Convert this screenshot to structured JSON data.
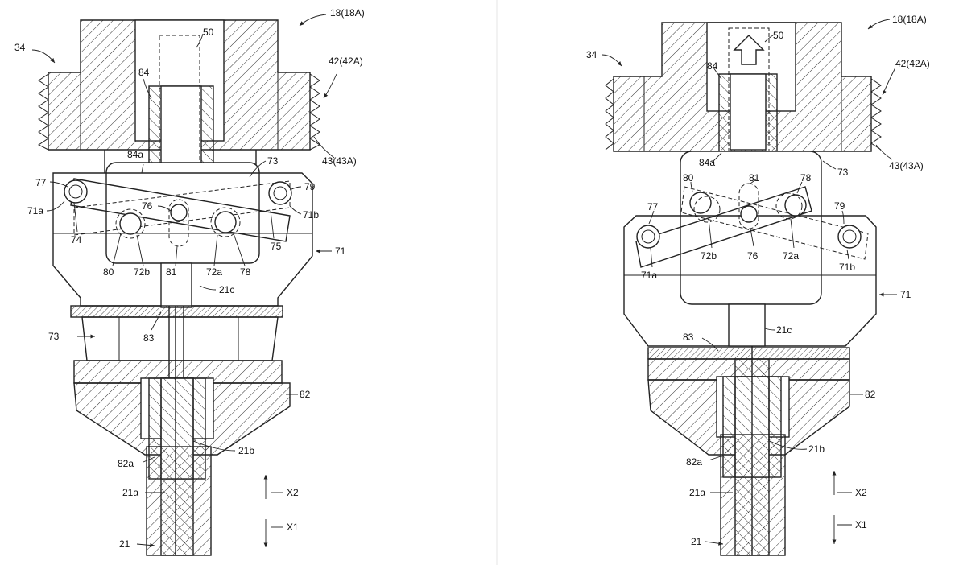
{
  "figure_left": {
    "labels": {
      "l18": "18(18A)",
      "l34": "34",
      "l50": "50",
      "l84": "84",
      "l42": "42(42A)",
      "l43": "43(43A)",
      "l84a": "84a",
      "l73top": "73",
      "l77": "77",
      "l79": "79",
      "l76": "76",
      "l71a": "71a",
      "l71b": "71b",
      "l74": "74",
      "l75": "75",
      "l71": "71",
      "l80": "80",
      "l72b": "72b",
      "l81": "81",
      "l72a": "72a",
      "l78": "78",
      "l21c": "21c",
      "l73side": "73",
      "l83": "83",
      "l82": "82",
      "l21b": "21b",
      "l82a": "82a",
      "l21a": "21a",
      "lX2": "X2",
      "lX1": "X1",
      "l21": "21"
    }
  },
  "figure_right": {
    "labels": {
      "l18": "18(18A)",
      "l34": "34",
      "l50": "50",
      "l84": "84",
      "l42": "42(42A)",
      "l43": "43(43A)",
      "l84a": "84a",
      "l73": "73",
      "l80": "80",
      "l81": "81",
      "l78": "78",
      "l77": "77",
      "l79": "79",
      "l72b": "72b",
      "l76": "76",
      "l72a": "72a",
      "l71a": "71a",
      "l71b": "71b",
      "l71": "71",
      "l83": "83",
      "l21c": "21c",
      "l82": "82",
      "l21b": "21b",
      "l82a": "82a",
      "l21a": "21a",
      "lX2": "X2",
      "lX1": "X1",
      "l21": "21"
    }
  }
}
